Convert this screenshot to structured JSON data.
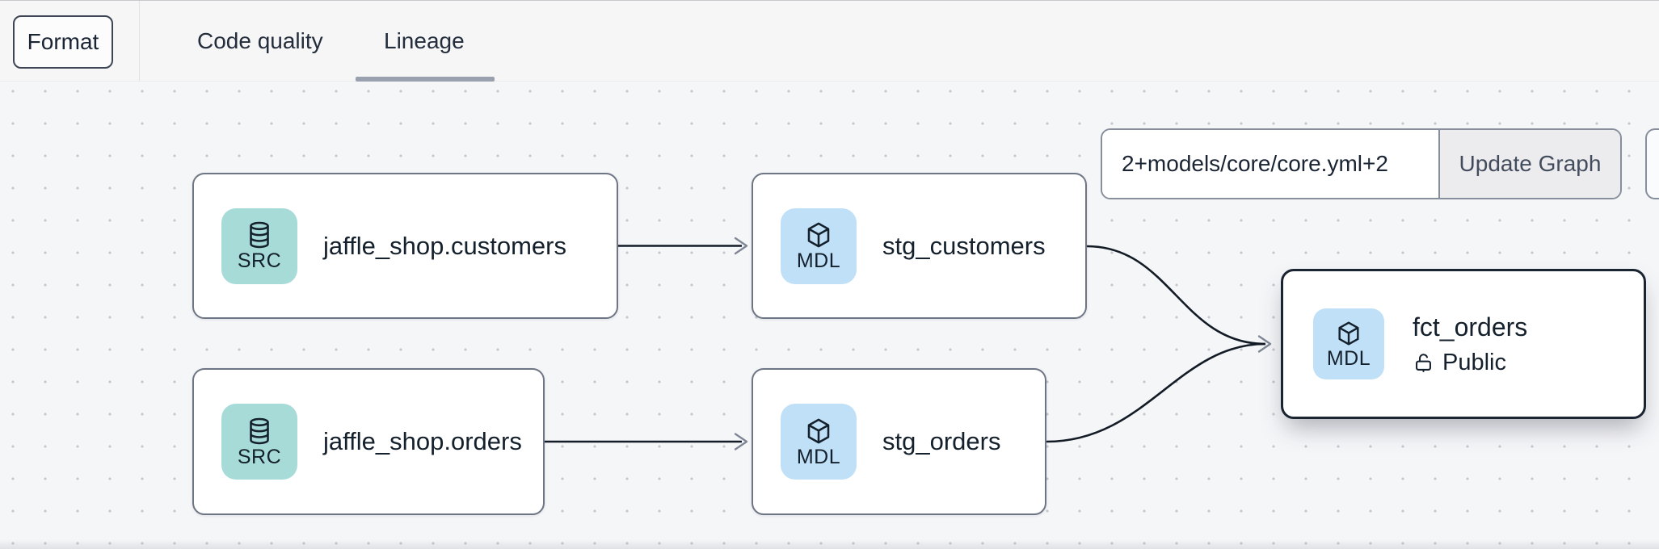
{
  "header": {
    "format_button": "Format",
    "tabs": [
      {
        "label": "Code quality",
        "active": false
      },
      {
        "label": "Lineage",
        "active": true
      }
    ]
  },
  "graph_controls": {
    "selector_input": "2+models/core/core.yml+2",
    "update_button": "Update Graph"
  },
  "lineage_graph": {
    "nodes": [
      {
        "label": "jaffle_shop.customers",
        "badge": "SRC",
        "type": "source"
      },
      {
        "label": "stg_customers",
        "badge": "MDL",
        "type": "model"
      },
      {
        "label": "jaffle_shop.orders",
        "badge": "SRC",
        "type": "source"
      },
      {
        "label": "stg_orders",
        "badge": "MDL",
        "type": "model"
      },
      {
        "label": "fct_orders",
        "badge": "MDL",
        "type": "model",
        "access": "Public",
        "selected": true
      }
    ],
    "edges": [
      {
        "from": "jaffle_shop.customers",
        "to": "stg_customers"
      },
      {
        "from": "jaffle_shop.orders",
        "to": "stg_orders"
      },
      {
        "from": "stg_customers",
        "to": "fct_orders"
      },
      {
        "from": "stg_orders",
        "to": "fct_orders"
      }
    ]
  },
  "colors": {
    "source_badge": "#a7dbd8",
    "model_badge": "#bfe0f6",
    "node_border": "#6e7584",
    "selected_node_border": "#1b2531",
    "edge": "#131c26",
    "arrowhead": "#7f8796",
    "text": "#14202c",
    "tab_underline": "#9aa1ae",
    "canvas_background": "#f5f6f8",
    "canvas_dots": "#c3c7cf"
  }
}
